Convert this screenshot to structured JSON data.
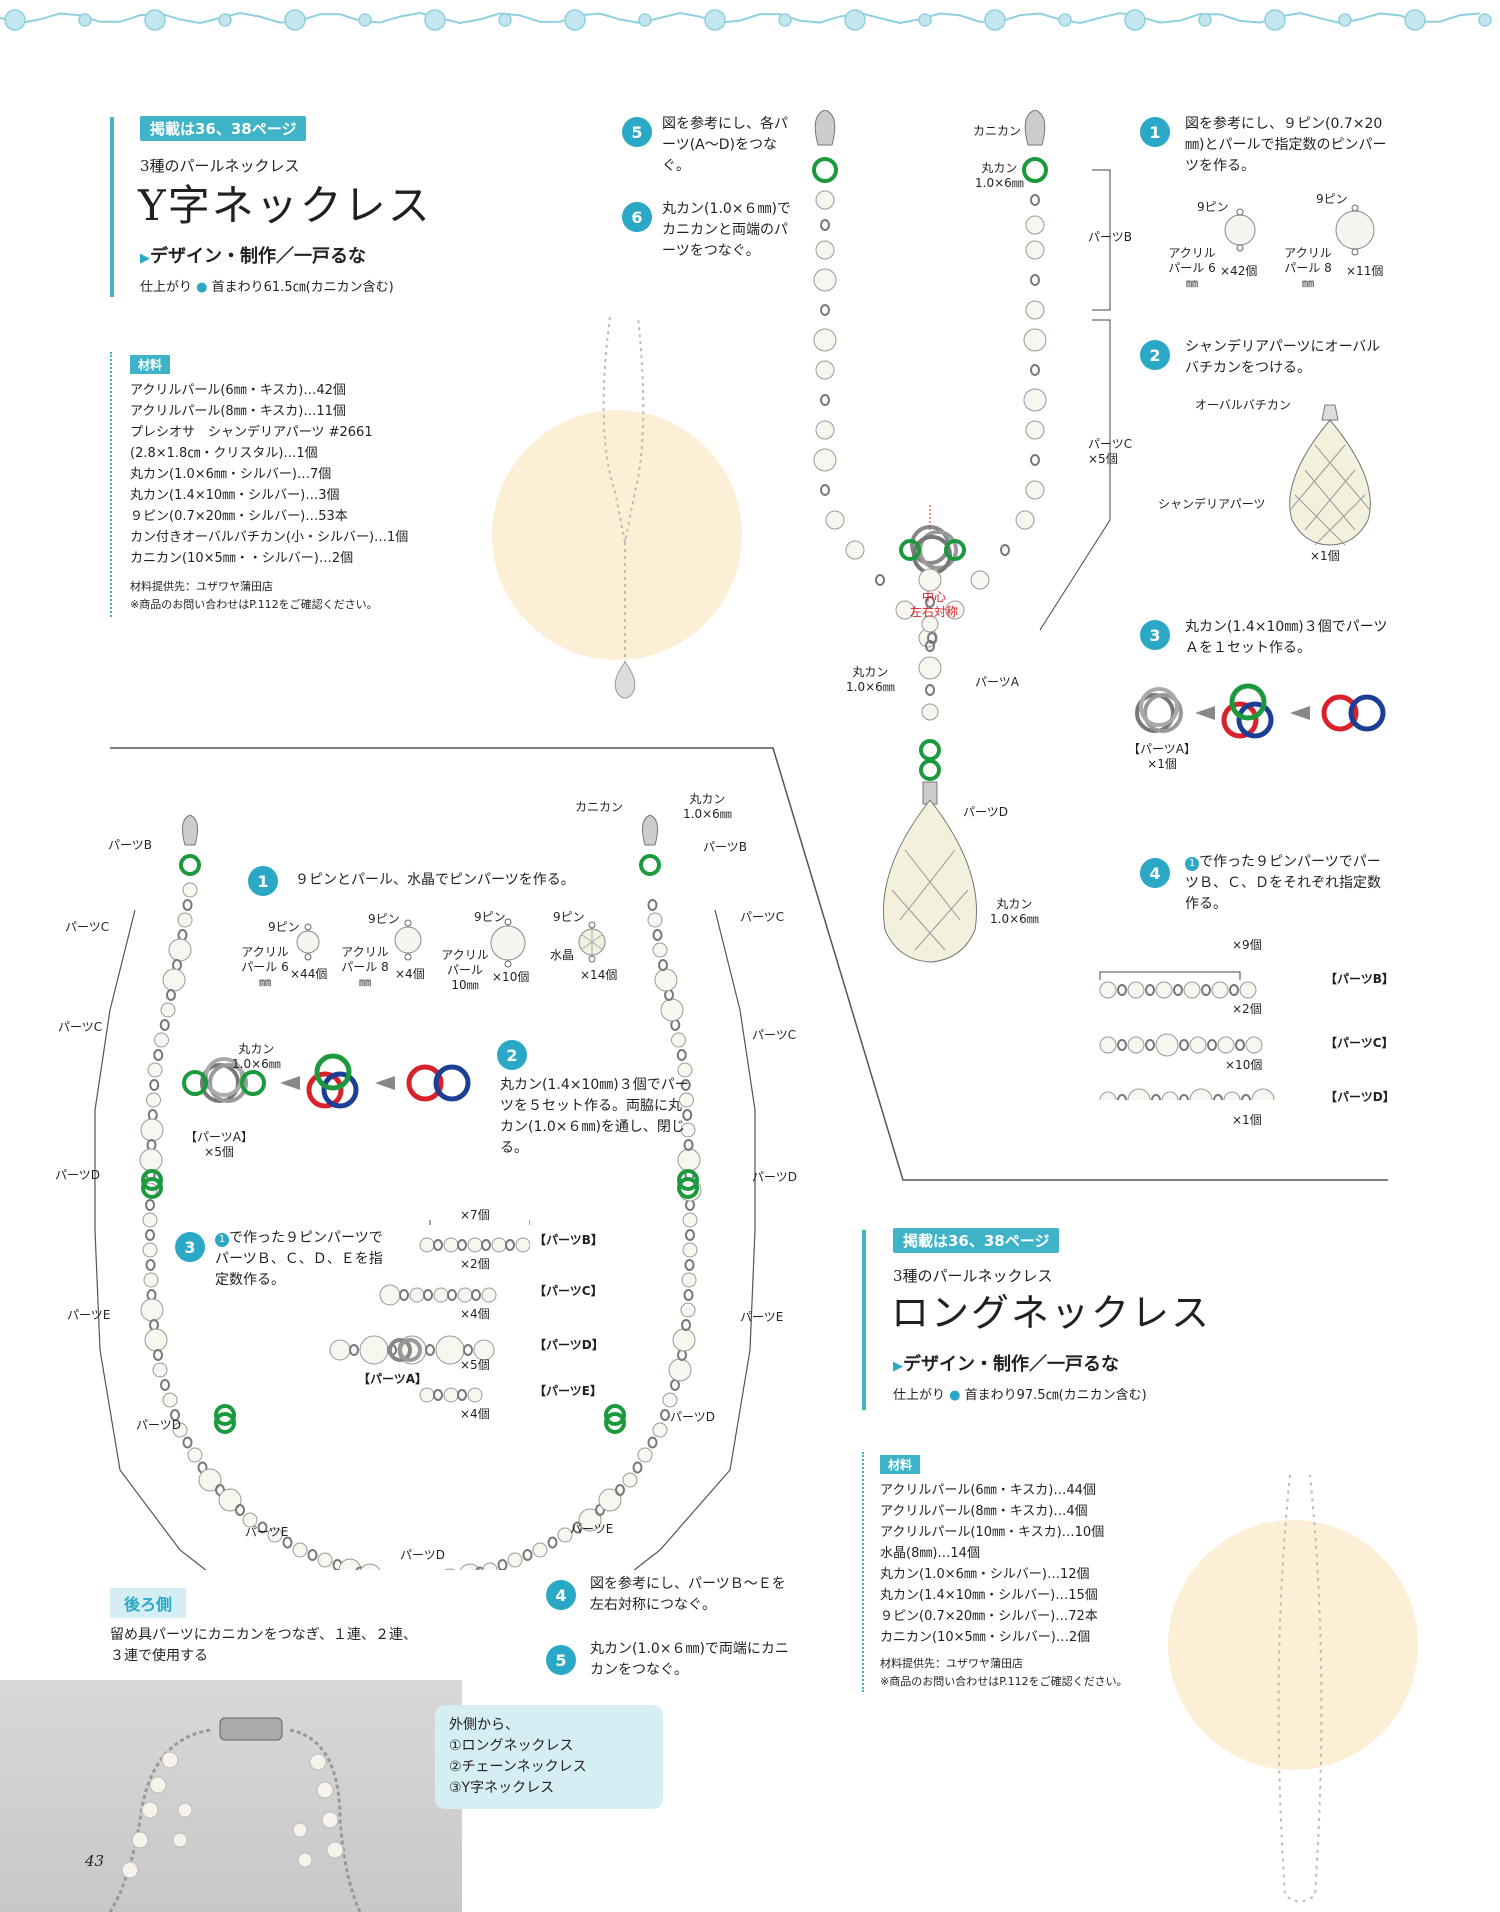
{
  "colors": {
    "accent": "#3fb3c8",
    "ring_green": "#1a9a3c",
    "ring_red": "#d8212a",
    "ring_blue": "#1b3f94",
    "cream": "#fcefd5"
  },
  "page_number": "43",
  "y_section": {
    "tag": "掲載は36、38ページ",
    "subtitle": "3種のパールネックレス",
    "title": "Y字ネックレス",
    "design": "デザイン・制作／一戸るな",
    "finish_label": "仕上がり",
    "finish_value": "首まわり61.5㎝(カニカン含む)",
    "materials_label": "材料",
    "materials": [
      "アクリルパール(6㎜・キスカ)…42個",
      "アクリルパール(8㎜・キスカ)…11個",
      "プレシオサ　シャンデリアパーツ #2661",
      "(2.8×1.8㎝・クリスタル)…1個",
      "丸カン(1.0×6㎜・シルバー)…7個",
      "丸カン(1.4×10㎜・シルバー)…3個",
      "９ピン(0.7×20㎜・シルバー)…53本",
      "カン付きオーバルバチカン(小・シルバー)…1個",
      "カニカン(10×5㎜・・シルバー)…2個"
    ],
    "supplier": "材料提供先：ユザワヤ蒲田店",
    "note": "※商品のお問い合わせはP.112をご確認ください。"
  },
  "y_steps": {
    "s5": "図を参考にし、各パーツ(A〜D)をつなぐ。",
    "s6": "丸カン(1.0×６㎜)でカニカンと両端のパーツをつなぐ。",
    "s1": "図を参考にし、９ピン(0.7×20㎜)とパールで指定数のピンパーツを作る。",
    "s2": "シャンデリアパーツにオーバルバチカンをつける。",
    "s3": "丸カン(1.4×10㎜)３個でパーツＡを１セット作る。",
    "s4": "で作った９ピンパーツでパーツＢ、Ｃ、Ｄをそれぞれ指定数作る。"
  },
  "y_labels": {
    "kanikan": "カニカン",
    "marukan": "丸カン",
    "marukan_size": "1.0×6㎜",
    "partsB": "パーツB",
    "partsC": "パーツC",
    "times5": "×5個",
    "center": "中心",
    "sym": "左右対称",
    "partsA": "パーツA",
    "partsD": "パーツD",
    "pin9": "9ピン",
    "acryl6": "アクリル パール 6㎜",
    "acryl8": "アクリル パール 8㎜",
    "x42": "×42個",
    "x11": "×11個",
    "bachikan": "オーバルバチカン",
    "chandelier": "シャンデリアパーツ",
    "x1": "×1個",
    "partsA_br": "【パーツA】",
    "x9": "×9個",
    "x2": "×2個",
    "x10": "×10個",
    "pB_br": "【パーツB】",
    "pC_br": "【パーツC】",
    "pD_br": "【パーツD】"
  },
  "long_section": {
    "tag": "掲載は36、38ページ",
    "subtitle": "3種のパールネックレス",
    "title": "ロングネックレス",
    "design": "デザイン・制作／一戸るな",
    "finish_label": "仕上がり",
    "finish_value": "首まわり97.5㎝(カニカン含む)",
    "materials_label": "材料",
    "materials": [
      "アクリルパール(6㎜・キスカ)…44個",
      "アクリルパール(8㎜・キスカ)…4個",
      "アクリルパール(10㎜・キスカ)…10個",
      "水晶(8㎜)…14個",
      "丸カン(1.0×6㎜・シルバー)…12個",
      "丸カン(1.4×10㎜・シルバー)…15個",
      "９ピン(0.7×20㎜・シルバー)…72本",
      "カニカン(10×5㎜・シルバー)…2個"
    ],
    "supplier": "材料提供先：ユザワヤ蒲田店",
    "note": "※商品のお問い合わせはP.112をご確認ください。"
  },
  "long_steps": {
    "s1": "９ピンとパール、水晶でピンパーツを作る。",
    "s2": "丸カン(1.4×10㎜)３個でパーツを５セット作る。両脇に丸カン(1.0×６㎜)を通し、閉じる。",
    "s3": "で作った９ピンパーツでパーツＢ、Ｃ、Ｄ、Ｅを指定数作る。",
    "s4": "図を参考にし、パーツＢ〜Ｅを左右対称につなぐ。",
    "s5": "丸カン(1.0×６㎜)で両端にカニカンをつなぐ。"
  },
  "long_labels": {
    "kanikan": "カニカン",
    "marukan": "丸カン",
    "marukan_size": "1.0×6㎜",
    "partsB": "パーツB",
    "partsC": "パーツC",
    "partsD": "パーツD",
    "partsE": "パーツE",
    "pin9": "9ピン",
    "acryl6": "アクリル パール 6㎜",
    "acryl8": "アクリル パール 8㎜",
    "acryl10": "アクリル パール 10㎜",
    "crystal": "水晶",
    "x44": "×44個",
    "x4": "×4個",
    "x10": "×10個",
    "x14": "×14個",
    "pA_br": "【パーツA】",
    "x5": "×5個",
    "x7": "×7個",
    "x2": "×2個",
    "pB_br": "【パーツB】",
    "pC_br": "【パーツC】",
    "pD_br": "【パーツD】",
    "pE_br": "【パーツE】"
  },
  "back": {
    "label": "後ろ側",
    "text": "留め具パーツにカニカンをつなぎ、１連、２連、３連で使用する",
    "bubble": [
      "外側から、",
      "①ロングネックレス",
      "②チェーンネックレス",
      "③Y字ネックレス"
    ]
  }
}
